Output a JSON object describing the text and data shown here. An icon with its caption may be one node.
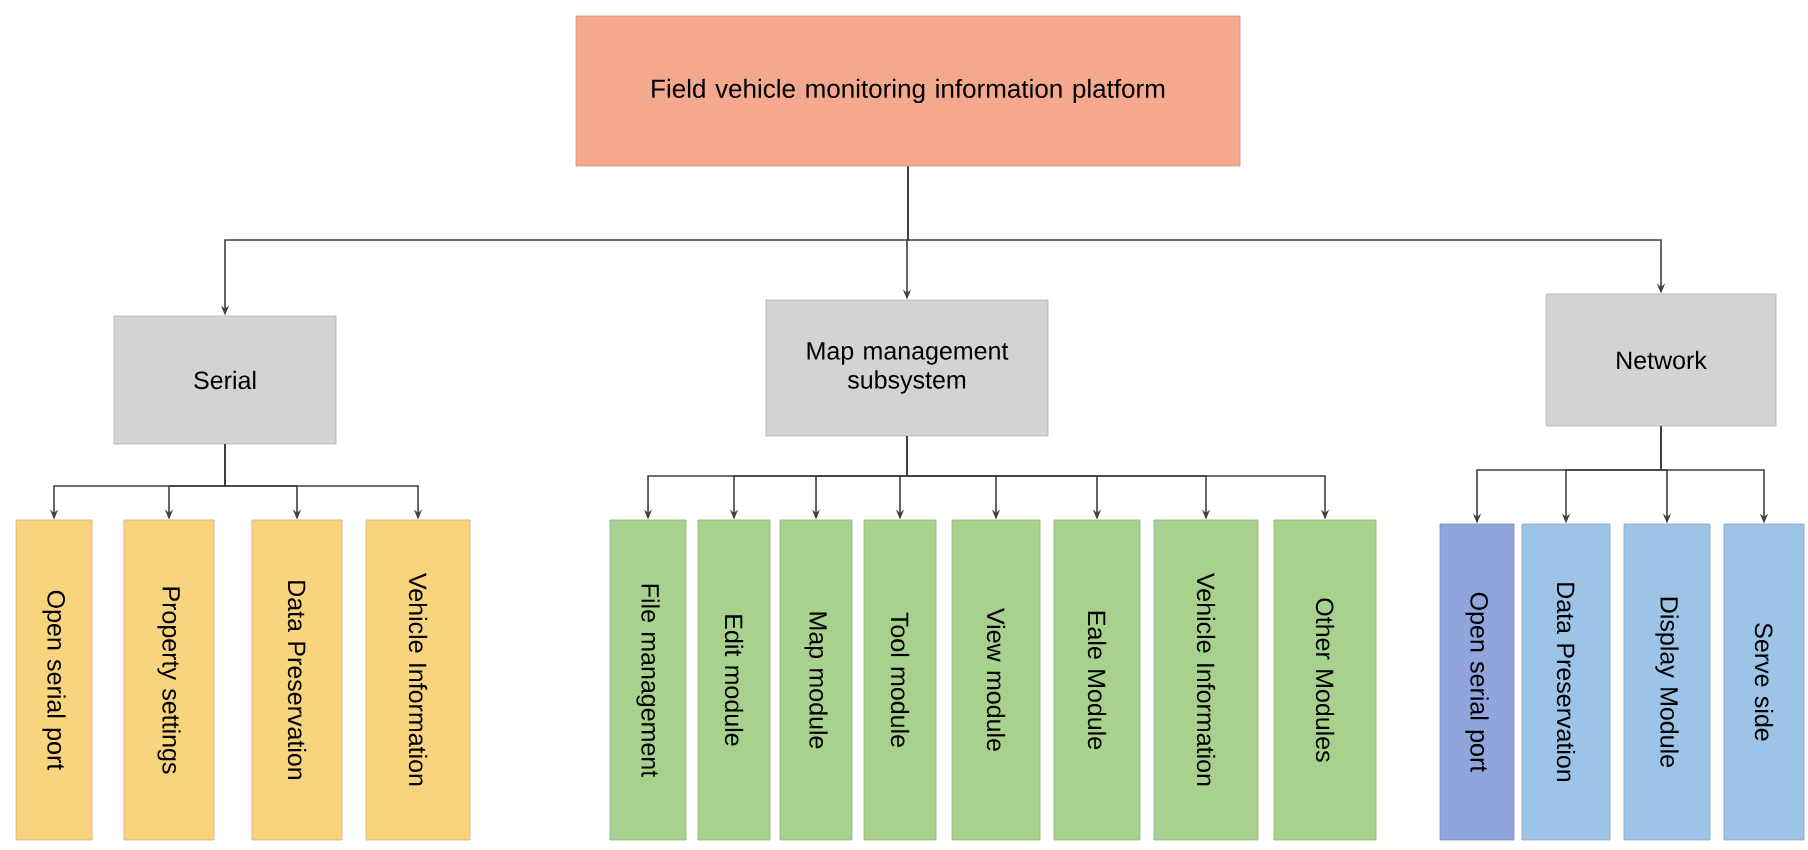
{
  "diagram": {
    "nodes": [
      {
        "text": [
          "Field vehicle monitoring information platform"
        ]
      },
      {
        "text": [
          "Serial"
        ]
      },
      {
        "text": [
          "Map management subsystem"
        ]
      },
      {
        "text": [
          "Network"
        ]
      },
      {
        "text": [
          "Open serial port"
        ]
      },
      {
        "text": [
          "Property settings"
        ]
      },
      {
        "text": [
          "Data Preservation"
        ]
      },
      {
        "text": [
          "Vehicle Information"
        ]
      },
      {
        "text": [
          "File management"
        ]
      },
      {
        "text": [
          "Edit module"
        ]
      },
      {
        "text": [
          "Map module"
        ]
      },
      {
        "text": [
          "Tool module"
        ]
      },
      {
        "text": [
          "View module"
        ]
      },
      {
        "text": [
          "Eale Module"
        ]
      },
      {
        "text": [
          "Vehicle Information"
        ]
      },
      {
        "text": [
          "Other Modules"
        ]
      },
      {
        "text": [
          "Open serial port"
        ]
      },
      {
        "text": [
          "Data Preservation"
        ]
      },
      {
        "text": [
          "Display Module"
        ]
      },
      {
        "text": [
          "Serve side"
        ]
      }
    ],
    "edges": [
      {
        "from": 0,
        "to": 1,
        "arrow": "to"
      },
      {
        "from": 0,
        "to": 2,
        "arrow": "to"
      },
      {
        "from": 0,
        "to": 3,
        "arrow": "to"
      },
      {
        "from": 1,
        "to": 4,
        "arrow": "to"
      },
      {
        "from": 1,
        "to": 5,
        "arrow": "to"
      },
      {
        "from": 1,
        "to": 6,
        "arrow": "to"
      },
      {
        "from": 1,
        "to": 7,
        "arrow": "to"
      },
      {
        "from": 2,
        "to": 8,
        "arrow": "to"
      },
      {
        "from": 2,
        "to": 9,
        "arrow": "to"
      },
      {
        "from": 2,
        "to": 10,
        "arrow": "to"
      },
      {
        "from": 2,
        "to": 11,
        "arrow": "to"
      },
      {
        "from": 2,
        "to": 12,
        "arrow": "to"
      },
      {
        "from": 2,
        "to": 13,
        "arrow": "to"
      },
      {
        "from": 2,
        "to": 14,
        "arrow": "to"
      },
      {
        "from": 2,
        "to": 15,
        "arrow": "to"
      },
      {
        "from": 3,
        "to": 16,
        "arrow": "to"
      },
      {
        "from": 3,
        "to": 17,
        "arrow": "to"
      },
      {
        "from": 3,
        "to": 18,
        "arrow": "to"
      },
      {
        "from": 3,
        "to": 19,
        "arrow": "to"
      }
    ]
  }
}
